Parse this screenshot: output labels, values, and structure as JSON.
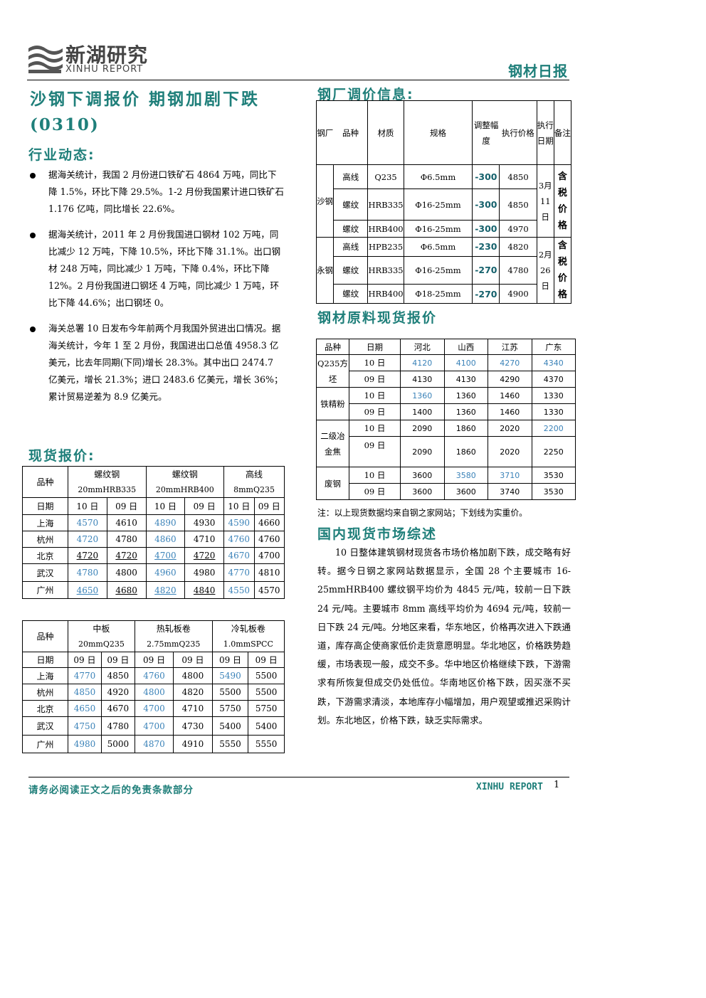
{
  "header": {
    "logo_cn": "新湖研究",
    "logo_en": "XINHU REPORT",
    "doc_type": "钢材日报"
  },
  "title": {
    "line1": "沙钢下调报价  期钢加剧下跌",
    "line2": "(0310)"
  },
  "industry": {
    "heading": "行业动态:",
    "bullets": [
      "据海关统计，我国 2 月份进口铁矿石 4864 万吨，同比下降 1.5%，环比下降 29.5%。1-2 月份我国累计进口铁矿石 1.176 亿吨，同比增长 22.6%。",
      "据海关统计，2011 年 2 月份我国进口钢材 102 万吨，同比减少 12 万吨，下降 10.5%，环比下降 31.1%。出口钢材 248 万吨，同比减少 1 万吨，下降 0.4%，环比下降 12%。2 月份我国进口钢坯 4 万吨，同比减少 1 万吨，环比下降 44.6%；出口钢坯 0。",
      "海关总署 10 日发布今年前两个月我国外贸进出口情况。据海关统计，今年 1 至 2 月份，我国进出口总值 4958.3 亿美元，比去年同期(下同)增长 28.3%。其中出口 2474.7 亿美元，增长 21.3%；进口 2483.6 亿美元，增长 36%；累计贸易逆差为 8.9 亿美元。"
    ]
  },
  "spot": {
    "heading": "现货报价:",
    "table1": {
      "corner": "品种",
      "products": [
        {
          "name": "螺纹钢",
          "spec": "20mmHRB335"
        },
        {
          "name": "螺纹钢",
          "spec": "20mmHRB400"
        },
        {
          "name": "高线",
          "spec": "8mmQ235"
        }
      ],
      "date_label": "日期",
      "dates": [
        "10 日",
        "09 日",
        "10 日",
        "09 日",
        "10 日",
        "09 日"
      ],
      "rows": [
        {
          "city": "上海",
          "v": [
            "4570",
            "4610",
            "4890",
            "4930",
            "4590",
            "4660"
          ]
        },
        {
          "city": "杭州",
          "v": [
            "4720",
            "4780",
            "4860",
            "4710",
            "4760",
            "4760"
          ]
        },
        {
          "city": "北京",
          "v": [
            "4720",
            "4720",
            "4700",
            "4720",
            "4670",
            "4700"
          ]
        },
        {
          "city": "武汉",
          "v": [
            "4780",
            "4800",
            "4960",
            "4980",
            "4770",
            "4810"
          ]
        },
        {
          "city": "广州",
          "v": [
            "4650",
            "4680",
            "4820",
            "4840",
            "4550",
            "4570"
          ]
        }
      ]
    },
    "table2": {
      "corner": "品种",
      "products": [
        {
          "name": "中板",
          "spec": "20mmQ235"
        },
        {
          "name": "热轧板卷",
          "spec": "2.75mmQ235"
        },
        {
          "name": "冷轧板卷",
          "spec": "1.0mmSPCC"
        }
      ],
      "date_label": "日期",
      "dates": [
        "09 日",
        "09 日",
        "09 日",
        "09 日",
        "09 日",
        "09 日"
      ],
      "rows": [
        {
          "city": "上海",
          "v": [
            "4770",
            "4850",
            "4760",
            "4800",
            "5490",
            "5500"
          ]
        },
        {
          "city": "杭州",
          "v": [
            "4850",
            "4920",
            "4800",
            "4820",
            "5500",
            "5500"
          ]
        },
        {
          "city": "北京",
          "v": [
            "4650",
            "4670",
            "4700",
            "4710",
            "5750",
            "5750"
          ]
        },
        {
          "city": "武汉",
          "v": [
            "4750",
            "4780",
            "4700",
            "4730",
            "5400",
            "5400"
          ]
        },
        {
          "city": "广州",
          "v": [
            "4980",
            "5000",
            "4870",
            "4910",
            "5550",
            "5550"
          ]
        }
      ]
    }
  },
  "mill": {
    "heading": "钢厂调价信息:",
    "headers": {
      "mill": "钢厂",
      "product": "品种",
      "material": "材质",
      "spec": "规格",
      "adjust": "调整幅度",
      "price": "执行价格",
      "date": "执行日期",
      "note": "备注"
    },
    "groups": [
      {
        "mill": "沙钢",
        "date": "3月11日",
        "note": "含税价格",
        "rows": [
          {
            "product": "高线",
            "material": "Q235",
            "spec": "Φ6.5mm",
            "adjust": "-300",
            "price": "4850"
          },
          {
            "product": "螺纹",
            "material": "HRB335",
            "spec": "Φ16-25mm",
            "adjust": "-300",
            "price": "4850"
          },
          {
            "product": "螺纹",
            "material": "HRB400",
            "spec": "Φ16-25mm",
            "adjust": "-300",
            "price": "4970"
          }
        ]
      },
      {
        "mill": "永钢",
        "date": "2月26日",
        "note": "含税价格",
        "rows": [
          {
            "product": "高线",
            "material": "HPB235",
            "spec": "Φ6.5mm",
            "adjust": "-230",
            "price": "4820"
          },
          {
            "product": "螺纹",
            "material": "HRB335",
            "spec": "Φ16-25mm",
            "adjust": "-270",
            "price": "4780"
          },
          {
            "product": "螺纹",
            "material": "HRB400",
            "spec": "Φ18-25mm",
            "adjust": "-270",
            "price": "4900"
          }
        ]
      }
    ]
  },
  "raw": {
    "heading": "钢材原料现货报价",
    "headers": [
      "品种",
      "日期",
      "河北",
      "山西",
      "江苏",
      "广东"
    ],
    "groups": [
      {
        "name": "Q235方坯",
        "rows": [
          {
            "date": "10 日",
            "v": [
              "4120",
              "4100",
              "4270",
              "4340"
            ]
          },
          {
            "date": "09 日",
            "v": [
              "4130",
              "4130",
              "4290",
              "4370"
            ]
          }
        ]
      },
      {
        "name": "铁精粉",
        "rows": [
          {
            "date": "10 日",
            "v": [
              "1360",
              "1360",
              "1460",
              "1330"
            ]
          },
          {
            "date": "09 日",
            "v": [
              "1400",
              "1360",
              "1460",
              "1330"
            ]
          }
        ]
      },
      {
        "name": "二级冶金焦",
        "rows": [
          {
            "date": "10 日",
            "v": [
              "2090",
              "1860",
              "2020",
              "2200"
            ]
          },
          {
            "date": "09 日",
            "v": [
              "2090",
              "1860",
              "2020",
              "2250"
            ]
          }
        ]
      },
      {
        "name": "废钢",
        "rows": [
          {
            "date": "10 日",
            "v": [
              "3600",
              "3580",
              "3710",
              "3530"
            ]
          },
          {
            "date": "09 日",
            "v": [
              "3600",
              "3600",
              "3740",
              "3530"
            ]
          }
        ]
      }
    ],
    "note": "注：以上现货数据均来自钢之家网站；下划线为实重价。"
  },
  "review": {
    "heading": "国内现货市场综述",
    "text": "10 日整体建筑钢材现货各市场价格加剧下跌，成交略有好转。据今日钢之家网站数据显示，全国 28 个主要城市 16-25mmHRB400 螺纹钢平均价为 4845 元/吨，较前一日下跌 24 元/吨。主要城市 8mm 高线平均价为 4694 元/吨，较前一日下跌 24 元/吨。分地区来看，华东地区，价格再次进入下跌通道，库存高企使商家低价走货意愿明显。华北地区，价格跌势趋缓，市场表现一般，成交不多。华中地区价格继续下跌，下游需求有所恢复但成交仍处低位。华南地区价格下跌，因买涨不买跌，下游需求清淡，本地库存小幅增加，用户观望或推迟采购计划。东北地区，价格下跌，缺乏实际需求。"
  },
  "footer": {
    "disclaimer": "请务必阅读正文之后的免责条款部分",
    "brand": "XINHU REPORT",
    "page": "1"
  },
  "colors": {
    "accent": "#1f7f7a",
    "changed_value": "#3a82b8",
    "adjust": "#15616c"
  }
}
